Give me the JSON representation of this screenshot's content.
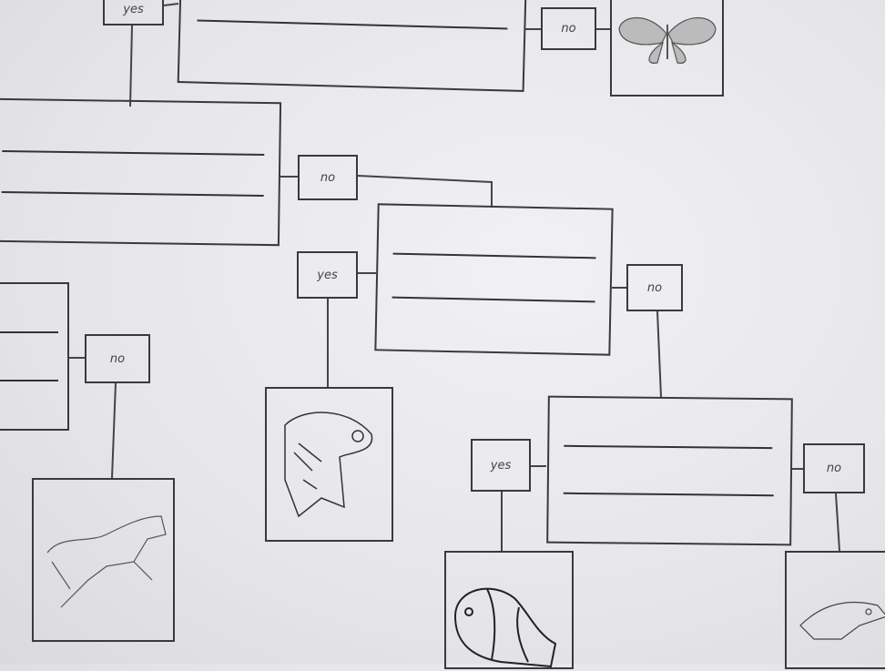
{
  "labels": {
    "yes": "yes",
    "no": "no"
  },
  "pictures": [
    "butterfly-drawing",
    "frog-drawing",
    "fox-drawing",
    "clownfish-drawing",
    "lizard-drawing"
  ],
  "colors": {
    "paper": "#ececf0",
    "ink": "#3a3a3a"
  }
}
